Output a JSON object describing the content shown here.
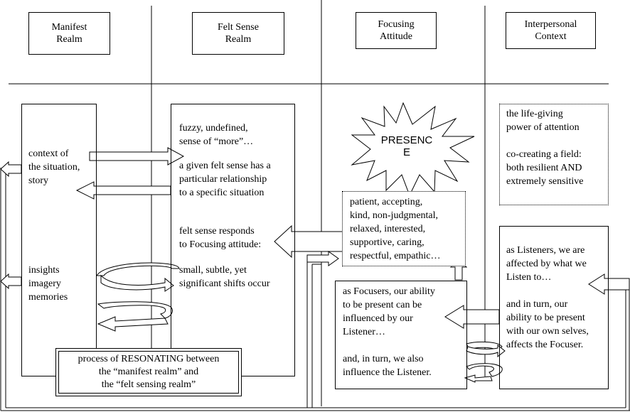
{
  "headers": [
    {
      "id": "manifest",
      "label": "Manifest\nRealm"
    },
    {
      "id": "felt",
      "label": "Felt Sense\nRealm"
    },
    {
      "id": "focusing",
      "label": "Focusing\nAttitude"
    },
    {
      "id": "interpersonal",
      "label": "Interpersonal\nContext"
    }
  ],
  "manifest": {
    "context": "context of\nthe situation,\nstory",
    "insights": "insights\nimagery\nmemories"
  },
  "felt": {
    "fuzzy": "fuzzy, undefined,\nsense of “more”…",
    "relationship": "a given felt sense has a\nparticular relationship\nto a specific situation",
    "responds": "felt sense responds\nto Focusing attitude:",
    "shifts": "small, subtle, yet\nsignificant shifts occur"
  },
  "resonating": "process of RESONATING between\nthe “manifest realm” and\nthe “felt sensing realm”",
  "presence": "PRESENC\nE",
  "focusing": {
    "qualities": "patient, accepting,\nkind, non-judgmental,\nrelaxed, interested,\nsupportive, caring,\nrespectful, empathic…",
    "focusers": "as Focusers, our ability\nto be present can be\ninfluenced by our\nListener…\n\nand, in turn, we also\ninfluence the Listener."
  },
  "interpersonal": {
    "attention": "the life-giving\npower of attention\n\nco-creating a field:\nboth resilient AND\nextremely sensitive",
    "listeners": "as Listeners, we are\naffected by what we\nListen to…\n\nand in turn, our\nability to be present\nwith our own selves,\naffects the Focuser."
  }
}
